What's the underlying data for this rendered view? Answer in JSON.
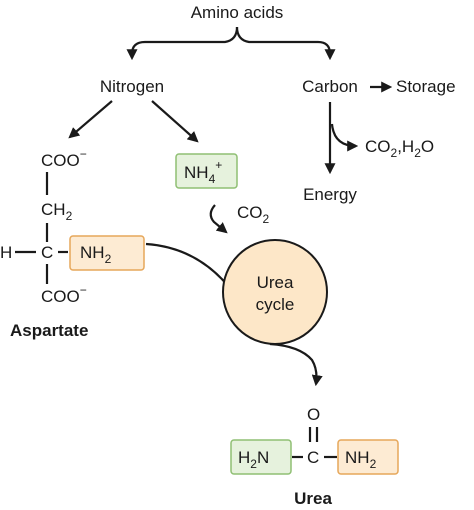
{
  "diagram": {
    "top_label": "Amino acids",
    "nitrogen": "Nitrogen",
    "carbon": "Carbon",
    "storage": "Storage",
    "energy": "Energy",
    "co2_h2o": {
      "a": "CO",
      "a_sub": "2",
      "b": ",H",
      "b_sub": "2",
      "c": "O"
    },
    "nh4": {
      "base": "NH",
      "sub": "4",
      "sup": "+"
    },
    "co2_in": {
      "base": "CO",
      "sub": "2"
    },
    "urea_cycle": {
      "line1": "Urea",
      "line2": "cycle"
    },
    "aspartate": {
      "coo_top": "COO",
      "coo_top_sup": "−",
      "ch2": "CH",
      "ch2_sub": "2",
      "h": "H",
      "c": "C",
      "nh2": "NH",
      "nh2_sub": "2",
      "coo_bottom": "COO",
      "coo_bottom_sup": "−",
      "name": "Aspartate"
    },
    "urea": {
      "o": "O",
      "c": "C",
      "left_base": "H",
      "left_sub": "2",
      "left_end": "N",
      "right_base": "NH",
      "right_sub": "2",
      "name": "Urea"
    }
  },
  "colors": {
    "green_box_fill": "#e6f2dd",
    "green_box_stroke": "#8fbf73",
    "orange_box_fill": "#fdebd3",
    "orange_box_stroke": "#e6a75a",
    "circle_fill": "#fde7c8",
    "line": "#1a1a1a"
  }
}
